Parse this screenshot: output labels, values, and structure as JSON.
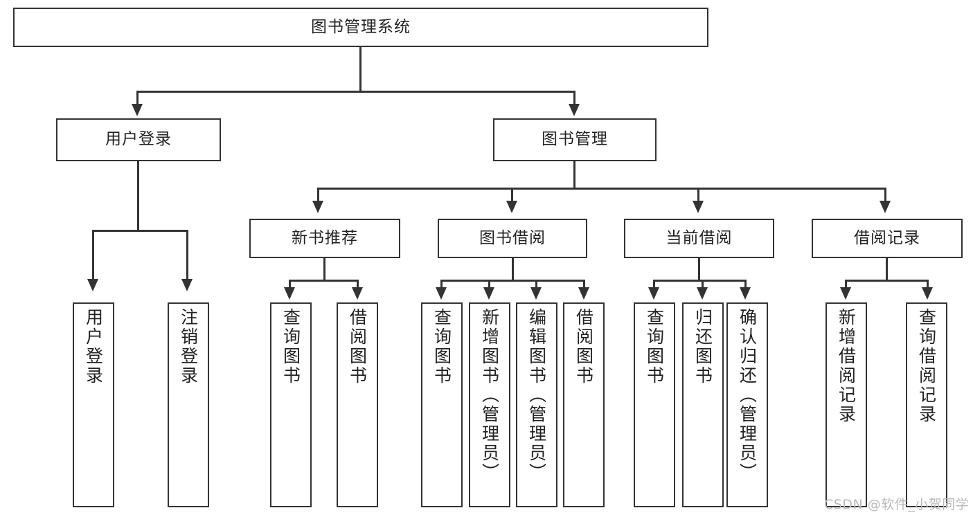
{
  "diagram": {
    "type": "tree-hierarchy",
    "title": "图书管理系统",
    "root": {
      "label": "图书管理系统"
    },
    "level1": [
      {
        "id": "user-login",
        "label": "用户登录"
      },
      {
        "id": "book-manage",
        "label": "图书管理"
      }
    ],
    "level2": [
      {
        "id": "new-book-recommend",
        "label": "新书推荐",
        "parent": "book-manage"
      },
      {
        "id": "book-borrow",
        "label": "图书借阅",
        "parent": "book-manage"
      },
      {
        "id": "current-borrow",
        "label": "当前借阅",
        "parent": "book-manage"
      },
      {
        "id": "borrow-record",
        "label": "借阅记录",
        "parent": "book-manage"
      }
    ],
    "leaves": [
      {
        "id": "leaf-user-login",
        "label": "用户登录",
        "parent": "user-login"
      },
      {
        "id": "leaf-logout",
        "label": "注销登录",
        "parent": "user-login"
      },
      {
        "id": "leaf-query-book-1",
        "label": "查询图书",
        "parent": "new-book-recommend"
      },
      {
        "id": "leaf-borrow-book-1",
        "label": "借阅图书",
        "parent": "new-book-recommend"
      },
      {
        "id": "leaf-query-book-2",
        "label": "查询图书",
        "parent": "book-borrow"
      },
      {
        "id": "leaf-add-book",
        "label": "新增图书（管理员）",
        "parent": "book-borrow"
      },
      {
        "id": "leaf-edit-book",
        "label": "编辑图书（管理员）",
        "parent": "book-borrow"
      },
      {
        "id": "leaf-borrow-book-2",
        "label": "借阅图书",
        "parent": "book-borrow"
      },
      {
        "id": "leaf-query-book-3",
        "label": "查询图书",
        "parent": "current-borrow"
      },
      {
        "id": "leaf-return-book",
        "label": "归还图书",
        "parent": "current-borrow"
      },
      {
        "id": "leaf-confirm-return",
        "label": "确认归还（管理员）",
        "parent": "current-borrow"
      },
      {
        "id": "leaf-add-record",
        "label": "新增借阅记录",
        "parent": "borrow-record"
      },
      {
        "id": "leaf-query-record",
        "label": "查询借阅记录",
        "parent": "borrow-record"
      }
    ],
    "colors": {
      "line": "#333333",
      "box_border": "#333333",
      "background": "#ffffff",
      "text": "#222222",
      "watermark": "#b9b9b9"
    }
  },
  "watermark": {
    "text": "CSDN @软件_小贺同学"
  }
}
